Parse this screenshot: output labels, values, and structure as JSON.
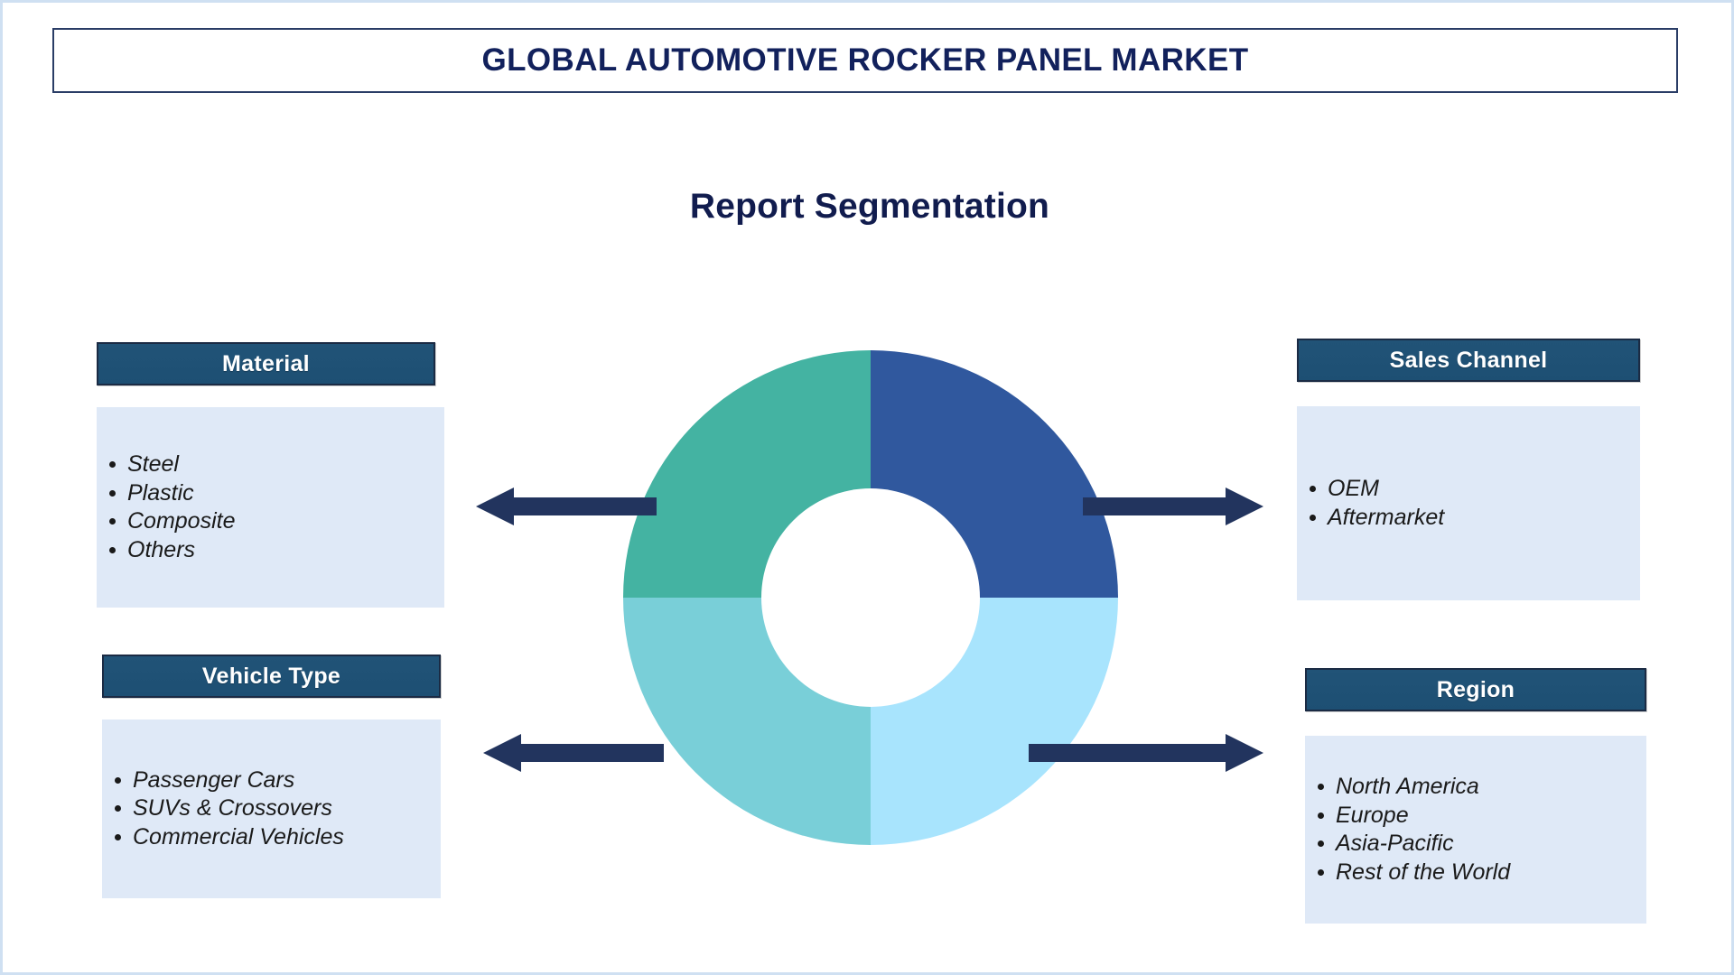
{
  "page": {
    "title": "GLOBAL AUTOMOTIVE ROCKER PANEL MARKET",
    "subtitle": "Report Segmentation"
  },
  "colors": {
    "title_navy": "#12215c",
    "header_blue": "#1d4f73",
    "body_blue": "#dfe9f7",
    "arrow_navy": "#22345e",
    "page_border": "#cfe0f2",
    "donut_top_right": "#30589e",
    "donut_top_left": "#44b3a2",
    "donut_bottom_left": "#79cfd8",
    "donut_bottom_right": "#a8e4fd",
    "donut_center": "#ffffff"
  },
  "segments": [
    {
      "key": "material",
      "header": "Material",
      "side": "left",
      "items": [
        "Steel",
        "Plastic",
        "Composite",
        "Others"
      ]
    },
    {
      "key": "vehicle_type",
      "header": "Vehicle Type",
      "side": "left",
      "items": [
        "Passenger Cars",
        "SUVs & Crossovers",
        "Commercial Vehicles"
      ]
    },
    {
      "key": "sales_channel",
      "header": "Sales Channel",
      "side": "right",
      "items": [
        "OEM",
        "Aftermarket"
      ]
    },
    {
      "key": "region",
      "header": "Region",
      "side": "right",
      "items": [
        "North America",
        "Europe",
        "Asia-Pacific",
        "Rest of the World"
      ]
    }
  ],
  "chart_data": {
    "type": "pie",
    "variant": "donut",
    "title": "Report Segmentation",
    "categories": [
      "Sales Channel",
      "Material",
      "Vehicle Type",
      "Region"
    ],
    "values": [
      25,
      25,
      25,
      25
    ],
    "colors": [
      "#30589e",
      "#44b3a2",
      "#79cfd8",
      "#a8e4fd"
    ],
    "quadrants": [
      {
        "position": "top-right",
        "color": "#30589e",
        "value": 25,
        "points_to": "Sales Channel"
      },
      {
        "position": "top-left",
        "color": "#44b3a2",
        "value": 25,
        "points_to": "Material"
      },
      {
        "position": "bottom-left",
        "color": "#79cfd8",
        "value": 25,
        "points_to": "Vehicle Type"
      },
      {
        "position": "bottom-right",
        "color": "#a8e4fd",
        "value": 25,
        "points_to": "Region"
      }
    ],
    "inner_radius_ratio": 0.44,
    "legend": "none",
    "grid": false,
    "annotations": []
  },
  "arrows": [
    {
      "key": "arrow-material",
      "direction": "left",
      "target": "Material"
    },
    {
      "key": "arrow-vehicle",
      "direction": "left",
      "target": "Vehicle Type"
    },
    {
      "key": "arrow-sales",
      "direction": "right",
      "target": "Sales Channel"
    },
    {
      "key": "arrow-region",
      "direction": "right",
      "target": "Region"
    }
  ]
}
